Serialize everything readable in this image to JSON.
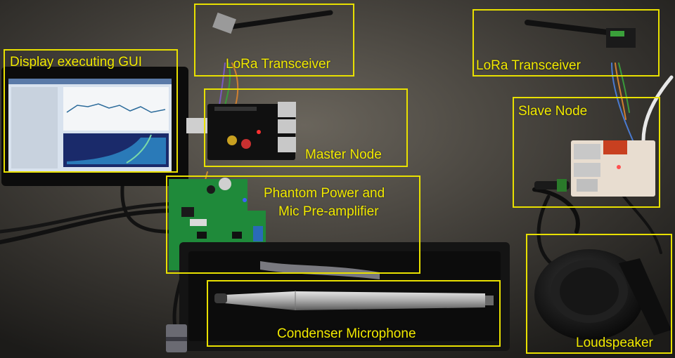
{
  "colors": {
    "annotation": "#e8e000",
    "background": "#3a3936"
  },
  "labels": {
    "display_gui": "Display executing GUI",
    "lora_master": "LoRa Transceiver",
    "lora_slave": "LoRa Transceiver",
    "master_node": "Master Node",
    "slave_node": "Slave Node",
    "preamp_line1": "Phantom Power and",
    "preamp_line2": "Mic Pre-amplifier",
    "microphone": "Condenser Microphone",
    "loudspeaker": "Loudspeaker"
  }
}
